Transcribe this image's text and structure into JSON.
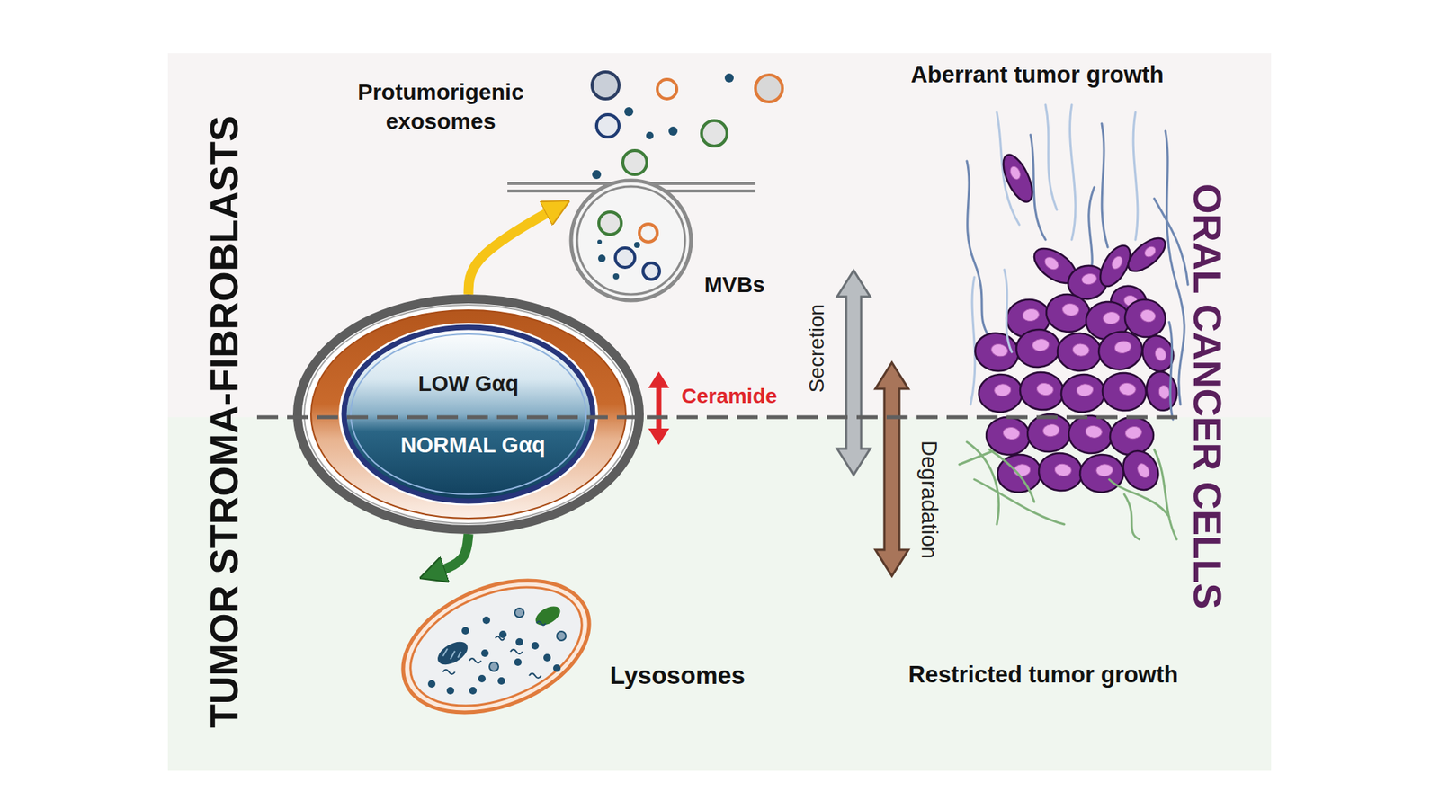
{
  "diagram": {
    "nodes": [
      {
        "text": [
          "MVBs"
        ]
      },
      {
        "text": [
          "LOW Gαq",
          "NORMAL Gαq"
        ]
      },
      {
        "text": [
          "Lysosomes"
        ]
      }
    ],
    "edges": [
      {
        "from": 1,
        "to": 0,
        "arrow": "to"
      },
      {
        "from": 1,
        "to": 2,
        "arrow": "to"
      }
    ],
    "labels": [
      "TUMOR STROMA-FIBROBLASTS",
      "Protumorigenic exosomes",
      "Aberrant tumor growth",
      "Ceramide",
      "Secretion",
      "Degradation",
      "ORAL CANCER CELLS",
      "Restricted tumor growth"
    ]
  }
}
